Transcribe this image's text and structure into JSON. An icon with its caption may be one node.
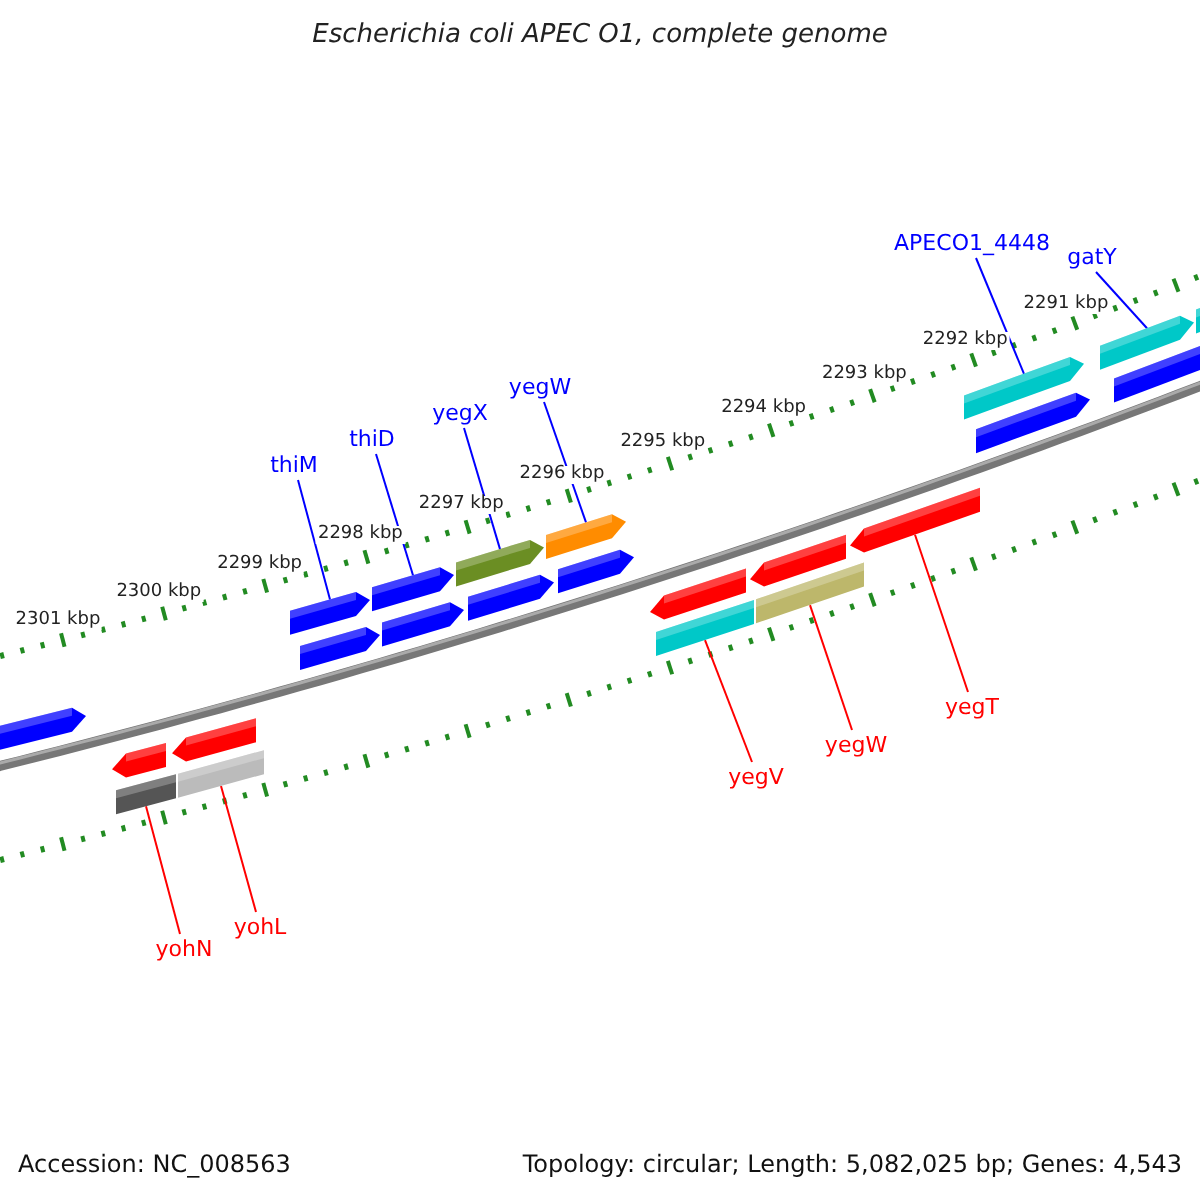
{
  "diagram": {
    "title": "Escherichia coli APEC O1, complete genome",
    "nodes": [
      {
        "text": [
          "APECO1_4448"
        ]
      },
      {
        "text": [
          "gatY"
        ]
      },
      {
        "text": [
          "yegW"
        ]
      },
      {
        "text": [
          "yegX"
        ]
      },
      {
        "text": [
          "thiD"
        ]
      },
      {
        "text": [
          "thiM"
        ]
      },
      {
        "text": [
          "yegT"
        ]
      },
      {
        "text": [
          "yegW"
        ]
      },
      {
        "text": [
          "yegV"
        ]
      },
      {
        "text": [
          "yohL"
        ]
      },
      {
        "text": [
          "yohN"
        ]
      },
      {
        "text": [],
        "shape": "arrow"
      },
      {
        "text": [],
        "shape": "arrow"
      },
      {
        "text": [],
        "shape": "arrow"
      },
      {
        "text": [],
        "shape": "arrow"
      },
      {
        "text": [],
        "shape": "arrow"
      },
      {
        "text": [],
        "shape": "arrow"
      },
      {
        "text": [],
        "shape": "arrow"
      },
      {
        "text": [],
        "shape": "box"
      },
      {
        "text": [],
        "shape": "box"
      },
      {
        "text": [],
        "shape": "box"
      },
      {
        "text": [],
        "shape": "box"
      },
      {
        "text": [],
        "shape": "arrow"
      },
      {
        "text": [],
        "shape": "arrow"
      },
      {
        "text": [],
        "shape": "arrow"
      },
      {
        "text": [],
        "shape": "arrow"
      },
      {
        "text": [],
        "shape": "arrow"
      },
      {
        "text": [],
        "shape": "arrow"
      },
      {
        "text": [],
        "shape": "arrow"
      },
      {
        "text": [],
        "shape": "arrow"
      },
      {
        "text": [],
        "shape": "arrow"
      },
      {
        "text": [],
        "shape": "arrow"
      },
      {
        "text": [],
        "shape": "arrow"
      },
      {
        "text": [],
        "shape": "arrow"
      }
    ],
    "edges": [
      {
        "from": 0,
        "to": 11,
        "arrow": "none"
      },
      {
        "from": 1,
        "to": 12,
        "arrow": "none"
      },
      {
        "from": 2,
        "to": 13,
        "arrow": "none"
      },
      {
        "from": 3,
        "to": 14,
        "arrow": "none"
      },
      {
        "from": 4,
        "to": 15,
        "arrow": "none"
      },
      {
        "from": 5,
        "to": 16,
        "arrow": "none"
      },
      {
        "from": 6,
        "to": 17,
        "arrow": "none",
        "color": "#ff0000"
      },
      {
        "from": 7,
        "to": 18,
        "arrow": "none",
        "color": "#ff0000"
      },
      {
        "from": 8,
        "to": 19,
        "arrow": "none",
        "color": "#ff0000"
      },
      {
        "from": 9,
        "to": 20,
        "arrow": "none",
        "color": "#ff0000"
      },
      {
        "from": 10,
        "to": 21,
        "arrow": "none",
        "color": "#ff0000"
      }
    ],
    "labels": [
      "2291 kbp",
      "2292 kbp",
      "2293 kbp",
      "2294 kbp",
      "2295 kbp",
      "2296 kbp",
      "2297 kbp",
      "2298 kbp",
      "2299 kbp",
      "2300 kbp",
      "2301 kbp",
      "Accession: NC_008563",
      "Topology: circular; Length: 5,082,025 bp; Genes: 4,543"
    ]
  }
}
